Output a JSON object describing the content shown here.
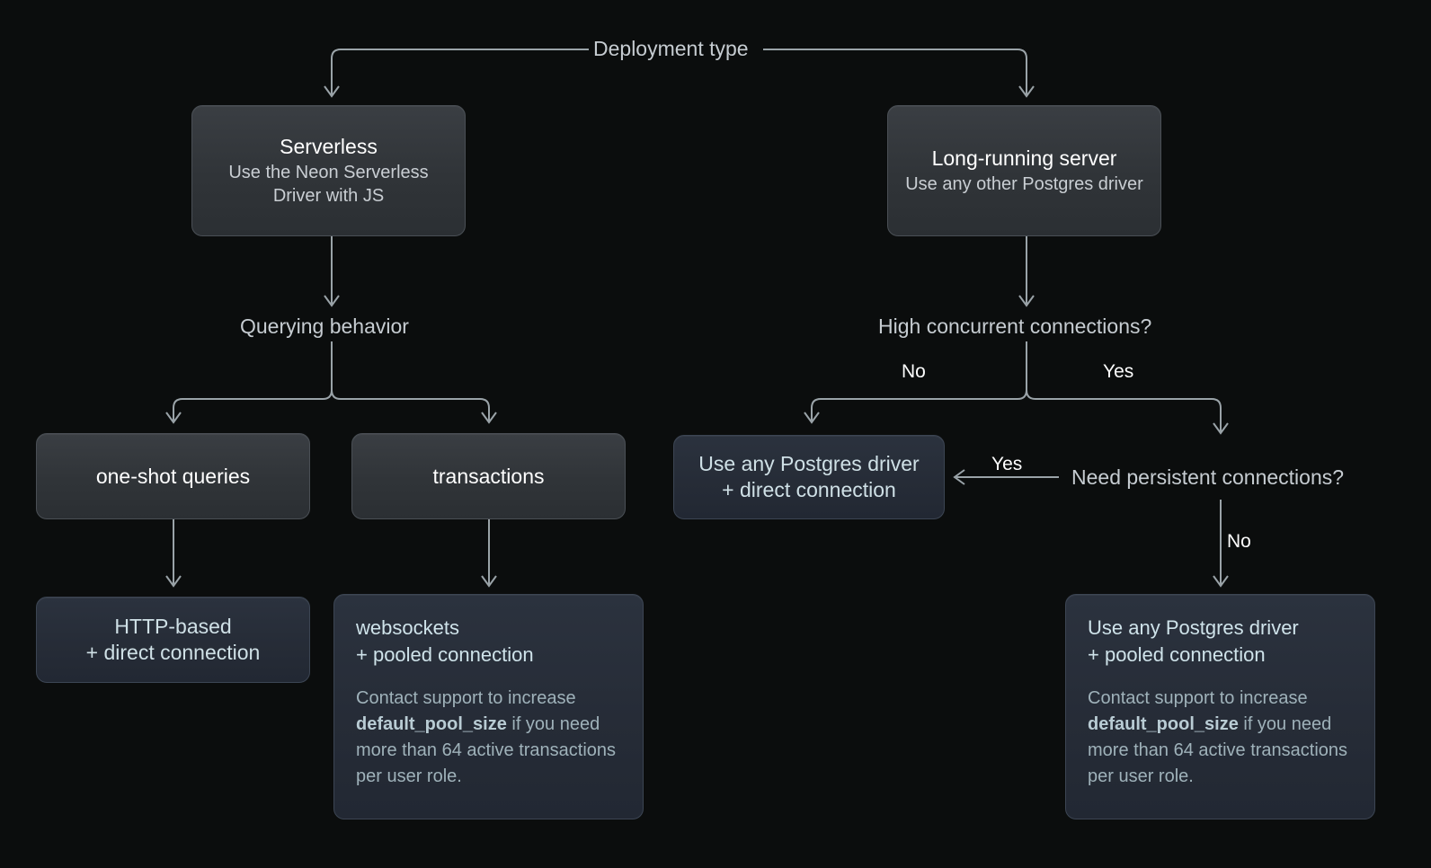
{
  "diagram": {
    "title": "Deployment type",
    "decisions": {
      "root": "Deployment type",
      "querying_behavior": "Querying behavior",
      "high_concurrent": "High concurrent connections?",
      "need_persistent": "Need persistent connections?"
    },
    "edge_labels": {
      "hc_no": "No",
      "hc_yes": "Yes",
      "np_yes": "Yes",
      "np_no": "No"
    },
    "nodes": {
      "serverless": {
        "title": "Serverless",
        "sub": "Use the Neon Serverless Driver with JS"
      },
      "long_running": {
        "title": "Long-running server",
        "sub": "Use any other Postgres driver"
      },
      "one_shot": {
        "title": "one-shot queries"
      },
      "transactions": {
        "title": "transactions"
      },
      "http_direct": {
        "title": "HTTP-based",
        "sub": "+ direct connection"
      },
      "websockets_pooled": {
        "line1": "websockets",
        "line2": "+ pooled connection",
        "body_before": "Contact support to increase ",
        "body_code": "default_pool_size",
        "body_after": " if you need more than 64 active transactions per user role."
      },
      "pg_direct": {
        "line1": "Use any Postgres driver",
        "line2": "+ direct connection"
      },
      "pg_pooled": {
        "line1": "Use any Postgres driver",
        "line2": "+ pooled connection",
        "body_before": "Contact support to increase ",
        "body_code": "default_pool_size",
        "body_after": " if you need more than 64 active transactions per user role."
      }
    },
    "colors": {
      "background": "#0b0d0d",
      "edge": "#9aa3a8",
      "box_gray": "#33373c",
      "box_blue": "#262c37",
      "text_primary": "#ffffff",
      "text_secondary": "#c9ced3",
      "text_accent": "#cfe3ea"
    }
  }
}
